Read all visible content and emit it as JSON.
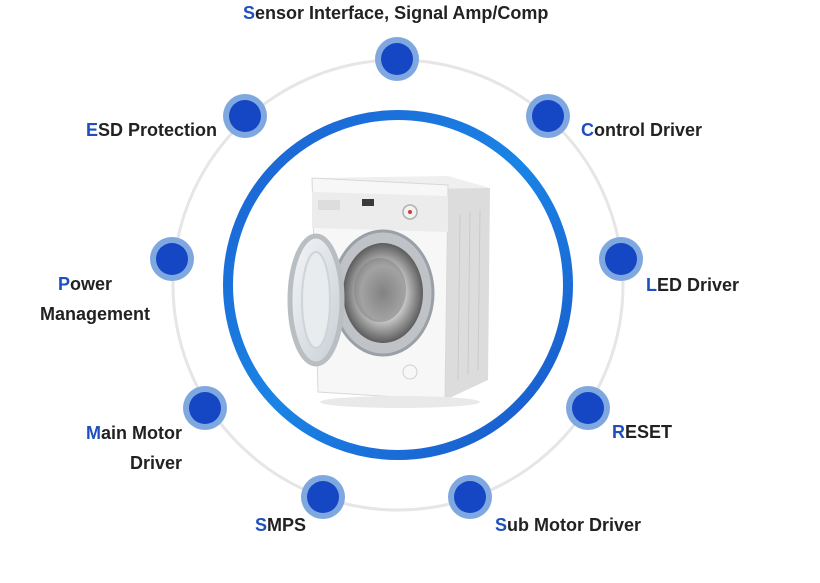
{
  "colors": {
    "accent": "#1d4fbf",
    "ring": "#1a6fd6",
    "node_fill": "#1546c4",
    "node_halo": "#7fa7e0",
    "orbit": "#e6e6e6",
    "text": "#222222"
  },
  "center_image": "front-loading-washing-machine",
  "nodes": [
    {
      "id": "sensor",
      "lines": [
        {
          "initial": "S",
          "rest": "ensor Interface, Signal Amp/Comp"
        }
      ]
    },
    {
      "id": "control",
      "lines": [
        {
          "initial": "C",
          "rest": "ontrol Driver"
        }
      ]
    },
    {
      "id": "led",
      "lines": [
        {
          "initial": "L",
          "rest": "ED Driver"
        }
      ]
    },
    {
      "id": "reset",
      "lines": [
        {
          "initial": "R",
          "rest": "ESET"
        }
      ]
    },
    {
      "id": "sub-motor",
      "lines": [
        {
          "initial": "S",
          "rest": "ub Motor Driver"
        }
      ]
    },
    {
      "id": "smps",
      "lines": [
        {
          "initial": "S",
          "rest": "MPS"
        }
      ]
    },
    {
      "id": "main-motor",
      "lines": [
        {
          "initial": "M",
          "rest": "ain Motor"
        },
        {
          "initial": "",
          "rest": "Driver"
        }
      ]
    },
    {
      "id": "power",
      "lines": [
        {
          "initial": "P",
          "rest": "ower"
        },
        {
          "initial": "",
          "rest": "Management"
        }
      ]
    },
    {
      "id": "esd",
      "lines": [
        {
          "initial": "E",
          "rest": "SD Protection"
        }
      ]
    }
  ]
}
